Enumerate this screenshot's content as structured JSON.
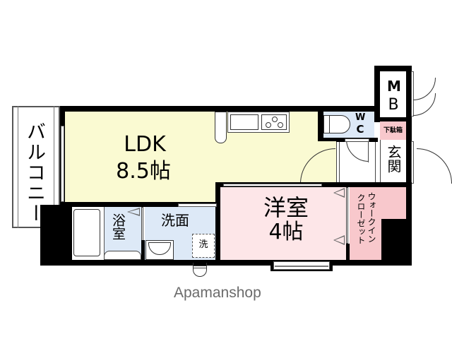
{
  "floor_plan": {
    "rooms": {
      "balcony": {
        "label": "バルコニー",
        "color": "#ffffff"
      },
      "ldk": {
        "label": "LDK",
        "size": "8.5帖",
        "color": "#fafad2"
      },
      "bath": {
        "label": "浴室",
        "color": "#dde9f7"
      },
      "washroom": {
        "label": "洗面",
        "color": "#dde9f7"
      },
      "washer": {
        "label": "洗"
      },
      "wc": {
        "label_w": "W",
        "label_c": "C",
        "color": "#dde9f7"
      },
      "mb": {
        "label_m": "M",
        "label_b": "B",
        "color": "#ffffff"
      },
      "shoe_box": {
        "label": "下駄箱",
        "color": "#f8c8cc"
      },
      "entrance": {
        "label": "玄関",
        "color": "#ffffff"
      },
      "western_room": {
        "label": "洋室",
        "size": "4帖",
        "color": "#fde6e8"
      },
      "walk_in_closet": {
        "label_line1": "ウォークイン",
        "label_line2": "クローゼット",
        "color": "#f8c8cc"
      }
    },
    "watermark": "Apamanshop",
    "colors": {
      "wall": "#000000",
      "ldk_fill": "#fafad2",
      "wet_fill": "#dde9f7",
      "pink_fill": "#fde6e8",
      "closet_fill": "#f8c8cc",
      "watermark": "#6b6b6b"
    }
  }
}
